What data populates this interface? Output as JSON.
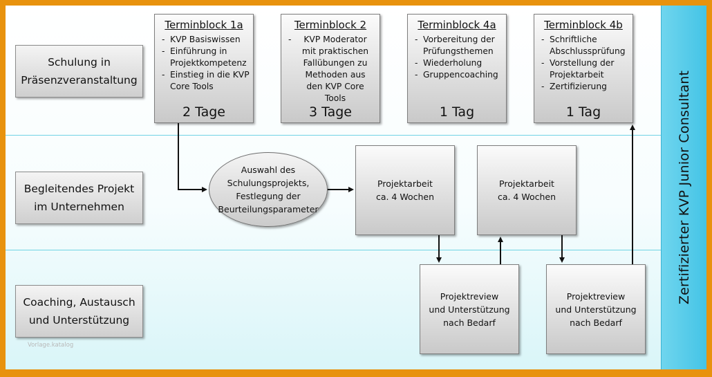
{
  "rows": [
    {
      "label": "Schulung in\nPräsenzveranstaltung"
    },
    {
      "label": "Begleitendes Projekt\nim Unternehmen"
    },
    {
      "label": "Coaching, Austausch\nund Unterstützung"
    }
  ],
  "terminblocks": [
    {
      "title": "Terminblock 1a",
      "items": [
        "KVP Basiswissen",
        "Einführung in Projektkompetenz",
        "Einstieg in die KVP Core Tools"
      ],
      "duration": "2 Tage"
    },
    {
      "title": "Terminblock 2",
      "items": [
        "KVP Moderator mit praktischen Fallübungen zu Methoden aus den KVP Core Tools"
      ],
      "duration": "3 Tage"
    },
    {
      "title": "Terminblock 4a",
      "items": [
        "Vorbereitung der Prüfungsthemen",
        "Wiederholung",
        "Gruppencoaching"
      ],
      "duration": "1 Tag"
    },
    {
      "title": "Terminblock 4b",
      "items": [
        "Schriftliche Abschlussprüfung",
        "Vorstellung der Projektarbeit",
        "Zertifizierung"
      ],
      "duration": "1 Tag"
    }
  ],
  "selection": {
    "text": "Auswahl des\nSchulungsprojekts,\nFestlegung der\nBeurteilungsparameter"
  },
  "projektarbeit": [
    {
      "text": "Projektarbeit\nca. 4 Wochen"
    },
    {
      "text": "Projektarbeit\nca. 4 Wochen"
    }
  ],
  "reviews": [
    {
      "text": "Projektreview\nund Unterstützung\nnach Bedarf"
    },
    {
      "text": "Projektreview\nund Unterstützung\nnach Bedarf"
    }
  ],
  "certificate": {
    "text": "Zertifizierter KVP Junior Consultant"
  },
  "watermark": "Vorlage.katalog",
  "colors": {
    "frame": "#e8920e",
    "sidebar": "#55cbe9",
    "separator": "#6fd3e4"
  }
}
